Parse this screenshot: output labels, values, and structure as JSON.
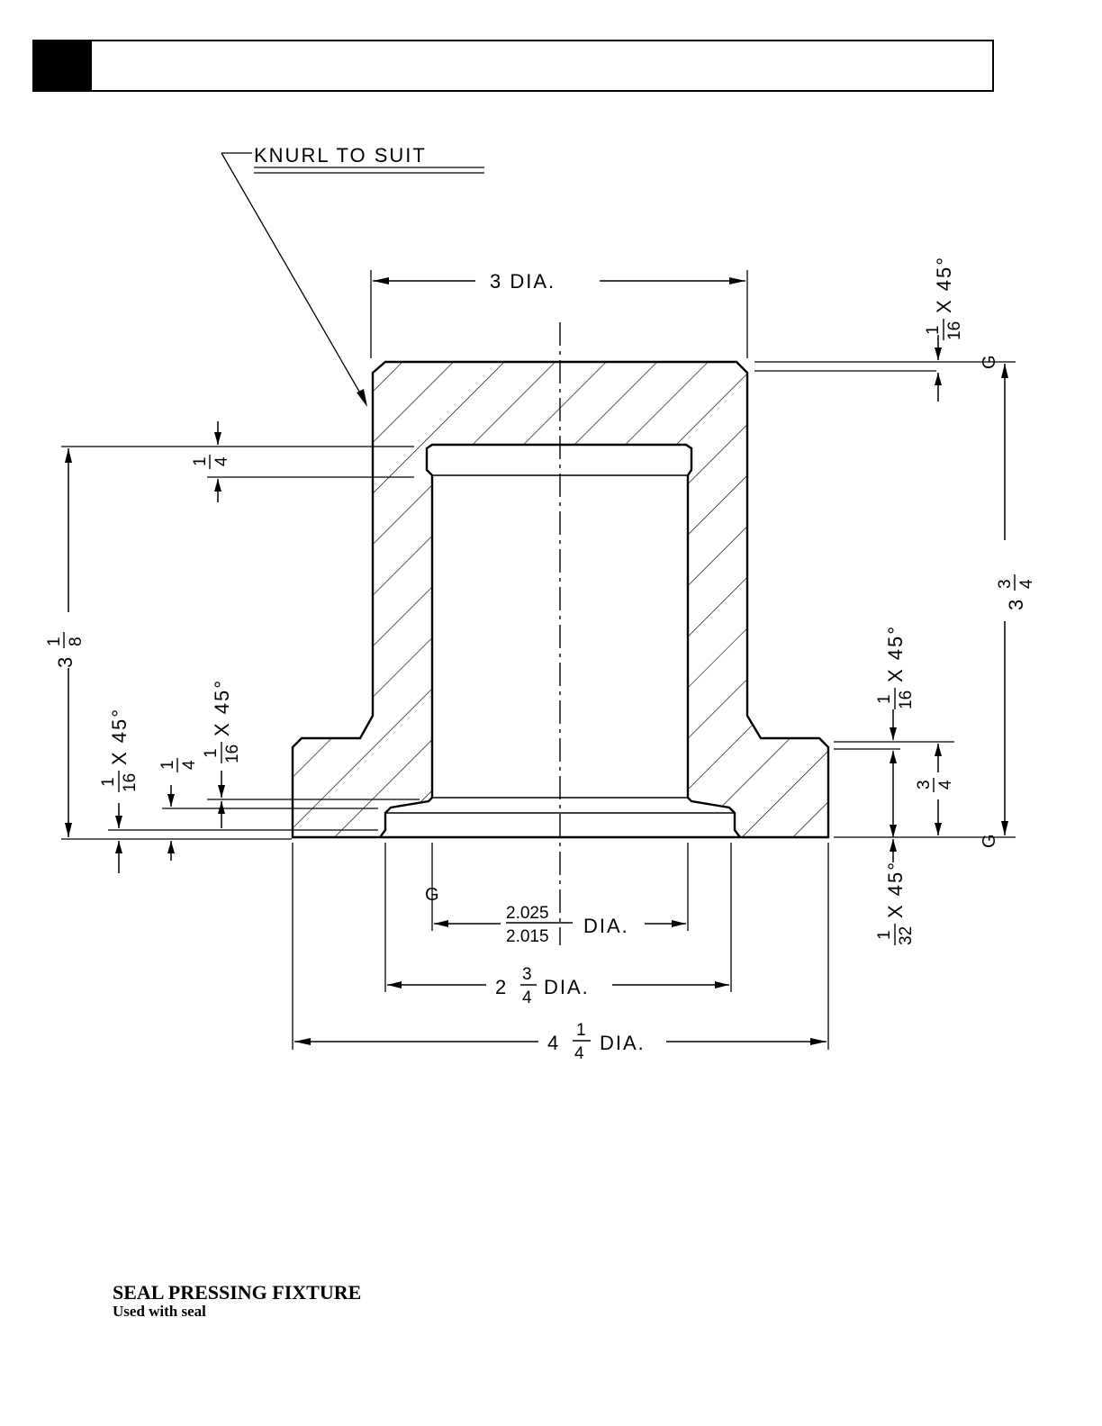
{
  "header": {
    "block_color": "#000000"
  },
  "drawing": {
    "note_knurl": "KNURL TO SUIT",
    "dim_top_dia": "3 DIA.",
    "dim_bore_dia_upper": "2.025",
    "dim_bore_dia_lower": "2.015",
    "dim_bore_dia_suffix": "DIA.",
    "dim_counterbore_whole": "2",
    "dim_counterbore_num": "3",
    "dim_counterbore_den": "4",
    "dim_counterbore_suffix": "DIA.",
    "dim_flange_whole": "4",
    "dim_flange_num": "1",
    "dim_flange_den": "4",
    "dim_flange_suffix": "DIA.",
    "dim_overall_whole": "3",
    "dim_overall_num": "3",
    "dim_overall_den": "4",
    "dim_left_whole": "3",
    "dim_left_num": "1",
    "dim_left_den": "8",
    "dim_groove_num": "1",
    "dim_groove_den": "4",
    "dim_flange_h_num": "3",
    "dim_flange_h_den": "4",
    "dim_recess_num": "1",
    "dim_recess_den": "4",
    "chamfer_16_num": "1",
    "chamfer_16_den": "16",
    "chamfer_32_num": "1",
    "chamfer_32_den": "32",
    "chamfer_suffix": "X 45°",
    "grind_mark": "G"
  },
  "caption": {
    "title": "SEAL PRESSING FIXTURE",
    "subtitle": "Used with seal"
  }
}
